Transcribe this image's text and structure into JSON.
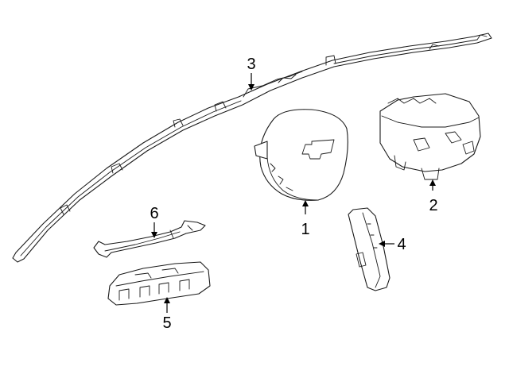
{
  "callouts": [
    {
      "number": "1"
    },
    {
      "number": "2"
    },
    {
      "number": "3"
    },
    {
      "number": "4"
    },
    {
      "number": "5"
    },
    {
      "number": "6"
    }
  ],
  "colors": {
    "line": "#1a1a1a",
    "background": "#ffffff"
  }
}
